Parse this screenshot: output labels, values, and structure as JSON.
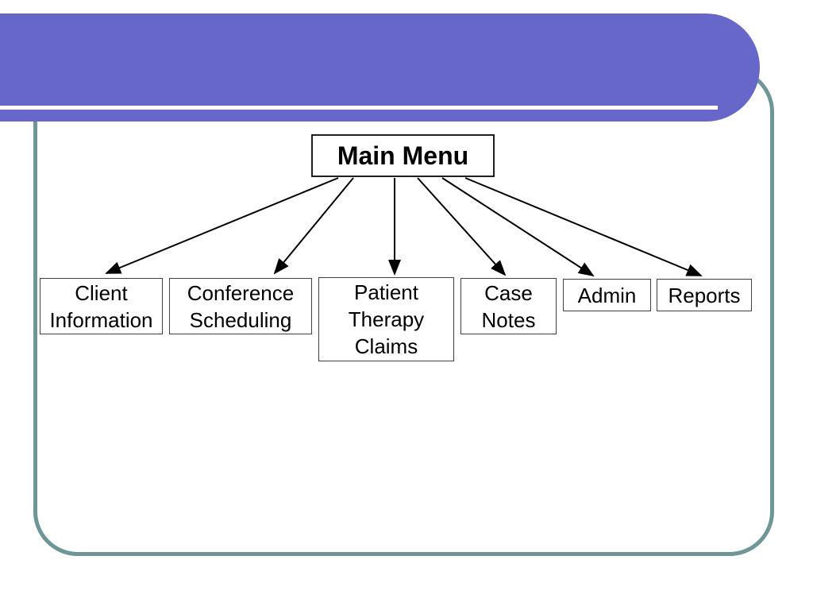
{
  "slide": {
    "background_color": "#ffffff",
    "accent_band_color": "#6667c9",
    "accent_underline_color": "#ffffff",
    "border_color": "#6e9696",
    "text_color": "#000000"
  },
  "diagram": {
    "root": {
      "label": "Main Menu"
    },
    "children": [
      {
        "id": "client-information",
        "label": "Client\nInformation"
      },
      {
        "id": "conference-scheduling",
        "label": "Conference\nScheduling"
      },
      {
        "id": "patient-therapy-claims",
        "label": "Patient\nTherapy\nClaims"
      },
      {
        "id": "case-notes",
        "label": "Case\nNotes"
      },
      {
        "id": "admin",
        "label": "Admin"
      },
      {
        "id": "reports",
        "label": "Reports"
      }
    ]
  }
}
